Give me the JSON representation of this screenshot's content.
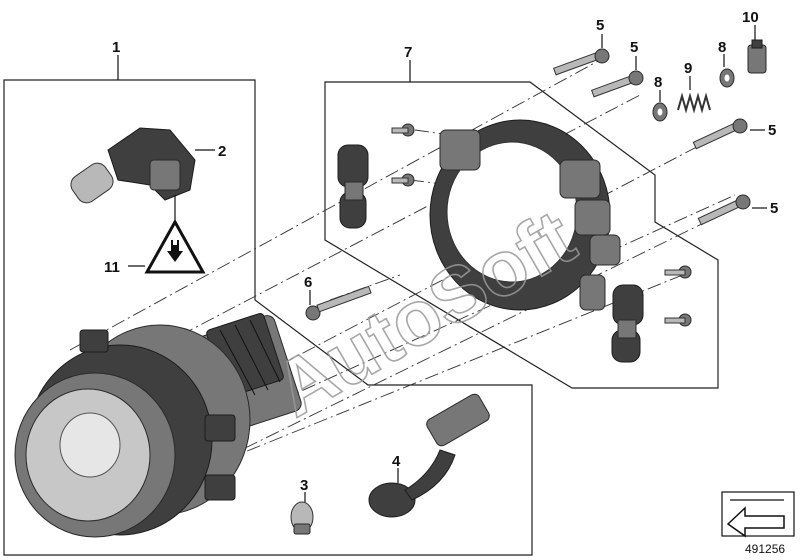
{
  "callouts": {
    "c1": "1",
    "c2": "2",
    "c3": "3",
    "c4": "4",
    "c5a": "5",
    "c5b": "5",
    "c5c": "5",
    "c5d": "5",
    "c6": "6",
    "c7": "7",
    "c8a": "8",
    "c8b": "8",
    "c9": "9",
    "c10": "10",
    "c11": "11"
  },
  "watermark": "AutoSoft",
  "diagram_number": "491256",
  "icons": {
    "warning": "high-voltage-warning-icon",
    "nav_arrow": "return-arrow-icon"
  },
  "colors": {
    "part_dark": "#3f3f3f",
    "part_mid": "#777777",
    "part_light": "#b8b8b8",
    "line": "#222222"
  }
}
